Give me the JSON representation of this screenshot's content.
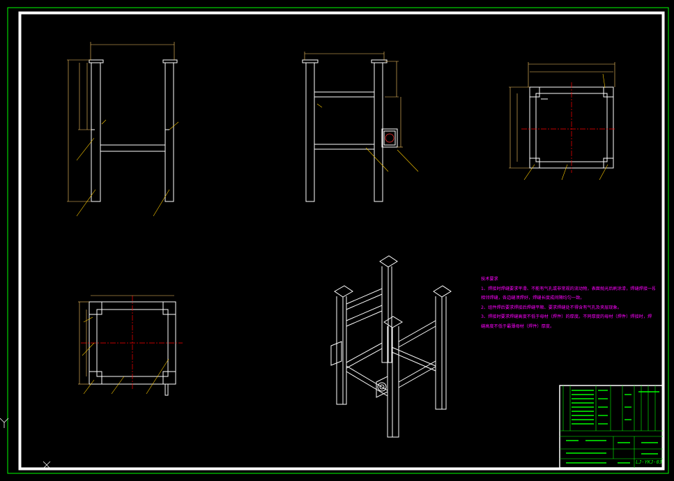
{
  "drawing": {
    "number": "LJ-YKJ-03",
    "tech_title": "技术要求",
    "tech_lines": [
      "1、焊接时焊缝要求平滑、不能有气孔或非常规的流动物，表面抛光后刷涂漆，焊缝焊接一段，",
      "相邻焊缝，各边缝须焊好，焊缝长度成间隔均匀一致。",
      "2、组件焊后要求焊接后焊缝平顺、要求焊缝处不得含有气孔及夹层现象。",
      "3、焊接时要求焊缝高度不低于母材（焊件）的厚度。不同厚度的母材（焊件）焊接时，焊",
      "缝高度不低于最薄母材（焊件）厚度。"
    ],
    "colors": {
      "background": "#000000",
      "outline": "#ffffff",
      "frame": "#00ff00",
      "dimension": "#ffcc66",
      "leader": "#ffcc00",
      "centerline": "#ff0000",
      "notes": "#ff00ff",
      "titleblock": "#00ff00"
    }
  }
}
